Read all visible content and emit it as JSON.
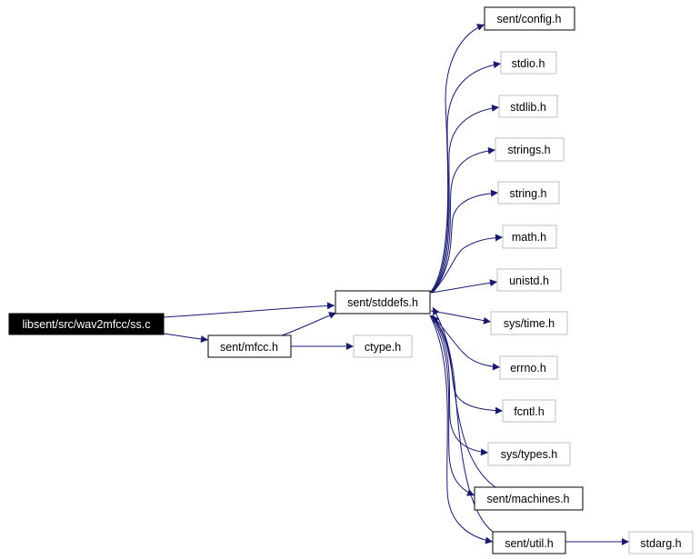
{
  "graph": {
    "nodes": {
      "root": "libsent/src/wav2mfcc/ss.c",
      "stddefs": "sent/stddefs.h",
      "mfcc": "sent/mfcc.h",
      "ctype": "ctype.h",
      "config": "sent/config.h",
      "stdio": "stdio.h",
      "stdlib": "stdlib.h",
      "strings": "strings.h",
      "string": "string.h",
      "math": "math.h",
      "unistd": "unistd.h",
      "systime": "sys/time.h",
      "errno": "errno.h",
      "fcntl": "fcntl.h",
      "systypes": "sys/types.h",
      "machines": "sent/machines.h",
      "util": "sent/util.h",
      "stdarg": "stdarg.h"
    },
    "edges": [
      [
        "root",
        "stddefs"
      ],
      [
        "root",
        "mfcc"
      ],
      [
        "mfcc",
        "stddefs"
      ],
      [
        "mfcc",
        "ctype"
      ],
      [
        "stddefs",
        "config"
      ],
      [
        "stddefs",
        "stdio"
      ],
      [
        "stddefs",
        "stdlib"
      ],
      [
        "stddefs",
        "strings"
      ],
      [
        "stddefs",
        "string"
      ],
      [
        "stddefs",
        "math"
      ],
      [
        "stddefs",
        "unistd"
      ],
      [
        "stddefs",
        "systime"
      ],
      [
        "stddefs",
        "errno"
      ],
      [
        "stddefs",
        "fcntl"
      ],
      [
        "stddefs",
        "systypes"
      ],
      [
        "stddefs",
        "machines"
      ],
      [
        "stddefs",
        "util"
      ],
      [
        "machines",
        "stddefs"
      ],
      [
        "util",
        "stddefs"
      ],
      [
        "util",
        "stdarg"
      ]
    ]
  }
}
